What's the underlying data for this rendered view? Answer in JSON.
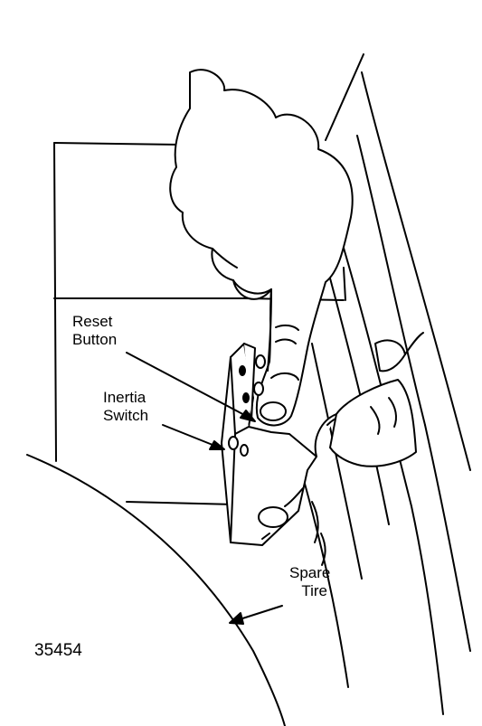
{
  "labels": {
    "reset_line1": "Reset",
    "reset_line2": "Button",
    "inertia_line1": "Inertia",
    "inertia_line2": "Switch",
    "spare_line1": "Spare",
    "spare_line2": "Tire"
  },
  "figure_number": "35454",
  "colors": {
    "ink": "#000000",
    "paper": "#ffffff"
  }
}
